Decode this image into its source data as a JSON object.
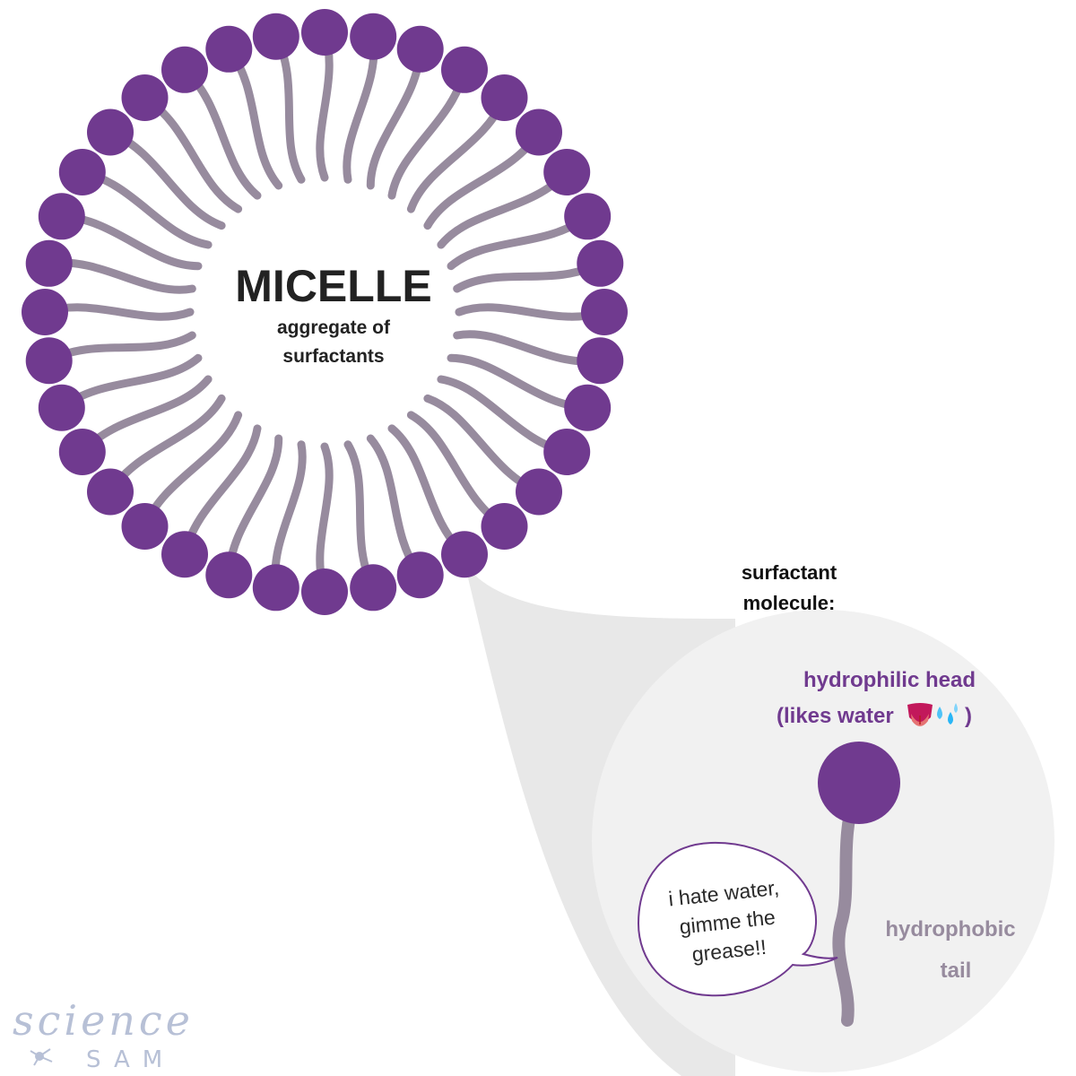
{
  "micelle": {
    "title": "MICELLE",
    "subtitle_line1": "aggregate of",
    "subtitle_line2": "surfactants",
    "surfactant_count": 36
  },
  "molecule": {
    "label_line1": "surfactant",
    "label_line2": "molecule:",
    "head_line1": "hydrophilic head",
    "head_line2": "(likes water ",
    "head_emoji_icons": [
      "tongue-icon",
      "sweat-droplets-icon"
    ],
    "head_line2_end": ")",
    "tail_line1": "hydrophobic",
    "tail_line2": "tail"
  },
  "speech_bubble": {
    "line1": "i hate water,",
    "line2": "gimme the",
    "line3": "grease!!"
  },
  "logo": {
    "main": "science",
    "sub": "SAM"
  },
  "colors": {
    "head": "#703A8F",
    "tail": "#978B9E",
    "zoom_cone": "#E8E8E8",
    "zoom_circle": "#F1F1F1",
    "logo": "#B7C0D6"
  }
}
